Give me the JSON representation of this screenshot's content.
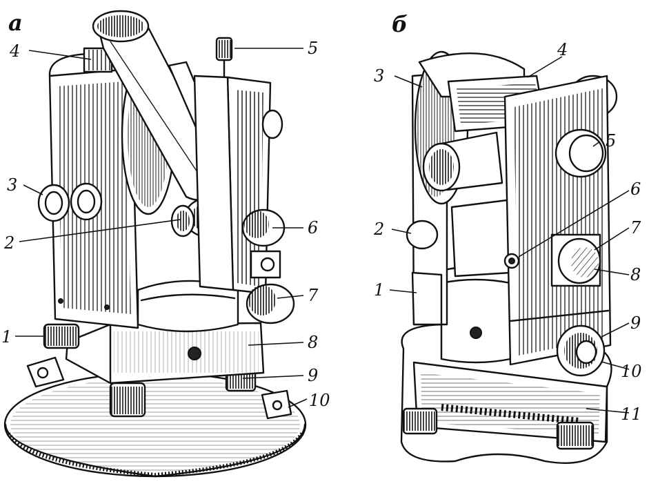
{
  "figure": {
    "panels": [
      {
        "letter": "а",
        "labels": [
          "1",
          "2",
          "3",
          "4",
          "5",
          "6",
          "7",
          "8",
          "9",
          "10"
        ]
      },
      {
        "letter": "б",
        "labels": [
          "1",
          "2",
          "3",
          "4",
          "5",
          "6",
          "7",
          "8",
          "9",
          "10",
          "11"
        ]
      }
    ]
  }
}
